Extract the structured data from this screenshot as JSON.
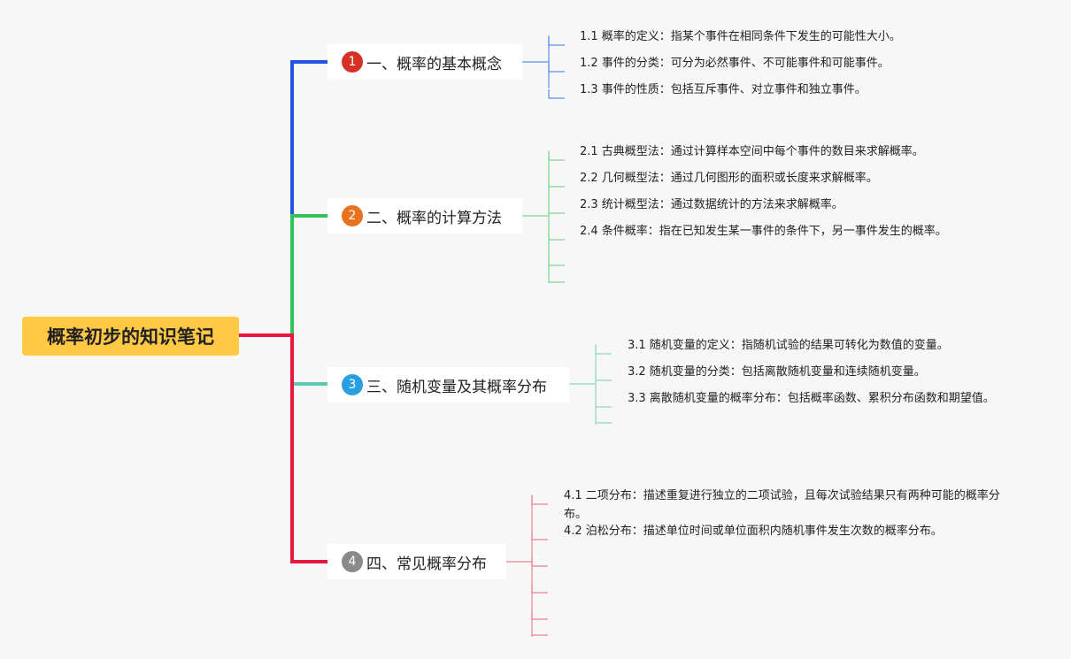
{
  "root": {
    "title": "概率初步的知识笔记"
  },
  "branches": [
    {
      "number": "1",
      "title": "一、概率的基本概念",
      "color": "#2255dd",
      "badge_color": "#d63027",
      "leaf_color": "#5b8ee6",
      "leaves": [
        "1.1 概率的定义：指某个事件在相同条件下发生的可能性大小。",
        "1.2 事件的分类：可分为必然事件、不可能事件和可能事件。",
        "1.3 事件的性质：包括互斥事件、对立事件和独立事件。"
      ]
    },
    {
      "number": "2",
      "title": "二、概率的计算方法",
      "color": "#36c25a",
      "badge_color": "#e8731e",
      "leaf_color": "#7ed691",
      "leaves": [
        "2.1 古典概型法：通过计算样本空间中每个事件的数目来求解概率。",
        "2.2 几何概型法：通过几何图形的面积或长度来求解概率。",
        "2.3 统计概型法：通过数据统计的方法来求解概率。",
        "2.4 条件概率：指在已知发生某一事件的条件下，另一事件发生的概率。",
        "",
        ""
      ]
    },
    {
      "number": "3",
      "title": "三、随机变量及其概率分布",
      "color": "#5fc8b0",
      "badge_color": "#2a9fe0",
      "leaf_color": "#8fd9c6",
      "leaves": [
        "3.1 随机变量的定义：指随机试验的结果可转化为数值的变量。",
        "3.2 随机变量的分类：包括离散随机变量和连续随机变量。",
        "3.3 离散随机变量的概率分布：包括概率函数、累积分布函数和期望值。",
        ""
      ]
    },
    {
      "number": "4",
      "title": "四、常见概率分布",
      "color": "#e8183e",
      "badge_color": "#8a8a8a",
      "leaf_color": "#eb8096",
      "leaves": [
        "4.1 二项分布：描述重复进行独立的二项试验，且每次试验结果只有两种可能的概率分布。",
        "4.2 泊松分布：描述单位时间或单位面积内随机事件发生次数的概率分布。",
        "",
        "",
        "",
        ""
      ]
    }
  ]
}
